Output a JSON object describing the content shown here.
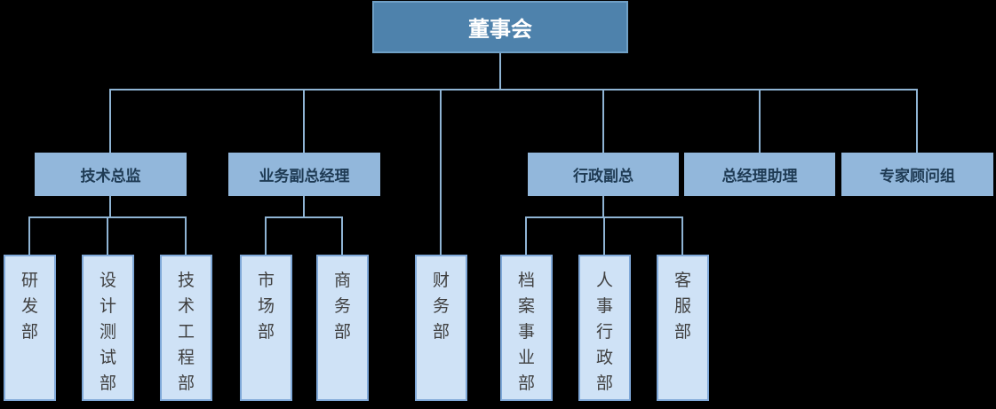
{
  "chart": {
    "type": "org-chart",
    "root": {
      "label": "董事会"
    },
    "managers": [
      {
        "label": "技术总监",
        "parent": "董事会"
      },
      {
        "label": "业务副总经理",
        "parent": "董事会"
      },
      {
        "label": "行政副总",
        "parent": "董事会"
      },
      {
        "label": "总经理助理",
        "parent": "董事会"
      },
      {
        "label": "专家顾问组",
        "parent": "董事会"
      }
    ],
    "departments": [
      {
        "label": "研发部",
        "parent": "技术总监"
      },
      {
        "label": "设计测试部",
        "parent": "技术总监"
      },
      {
        "label": "技术工程部",
        "parent": "技术总监"
      },
      {
        "label": "市场部",
        "parent": "业务副总经理"
      },
      {
        "label": "商务部",
        "parent": "业务副总经理"
      },
      {
        "label": "财务部",
        "parent": "董事会"
      },
      {
        "label": "档案事业部",
        "parent": "行政副总"
      },
      {
        "label": "人事行政部",
        "parent": "行政副总"
      },
      {
        "label": "客服部",
        "parent": "行政副总"
      }
    ],
    "colors": {
      "background": "#000000",
      "root_fill": "#4E82AC",
      "root_border": "#6FA0C6",
      "root_text": "#FFFFFF",
      "manager_fill": "#92B7DB",
      "manager_text": "#1F3B54",
      "department_fill": "#CFE2F6",
      "department_border": "#7FA8D8",
      "department_text": "#404040",
      "connector": "#8FB4D4"
    }
  }
}
